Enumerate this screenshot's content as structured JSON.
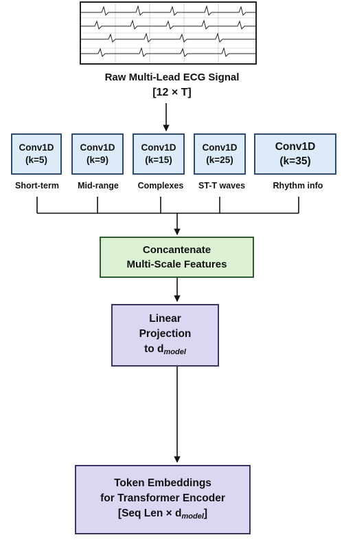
{
  "input": {
    "title": "Raw Multi-Lead ECG Signal",
    "shape": "[12 × T]"
  },
  "conv_layers": [
    {
      "name": "Conv1D",
      "kernel": "(k=5)",
      "role": "Short-term"
    },
    {
      "name": "Conv1D",
      "kernel": "(k=9)",
      "role": "Mid-range"
    },
    {
      "name": "Conv1D",
      "kernel": "(k=15)",
      "role": "Complexes"
    },
    {
      "name": "Conv1D",
      "kernel": "(k=25)",
      "role": "ST-T waves"
    },
    {
      "name": "Conv1D",
      "kernel": "(k=35)",
      "role": "Rhythm info"
    }
  ],
  "concat": {
    "line1": "Concantenate",
    "line2": "Multi-Scale Features"
  },
  "projection": {
    "line1": "Linear",
    "line2": "Projection",
    "line3_prefix": "to d",
    "line3_sub": "model"
  },
  "output": {
    "line1": "Token Embeddings",
    "line2": "for Transformer Encoder",
    "line3_prefix": "[Seq Len × d",
    "line3_sub": "model",
    "line3_suffix": "]"
  },
  "colors": {
    "conv_fill": "#dcebf7",
    "concat_fill": "#dcf0d4",
    "projection_fill": "#ddd6f2",
    "line": "#111111"
  }
}
